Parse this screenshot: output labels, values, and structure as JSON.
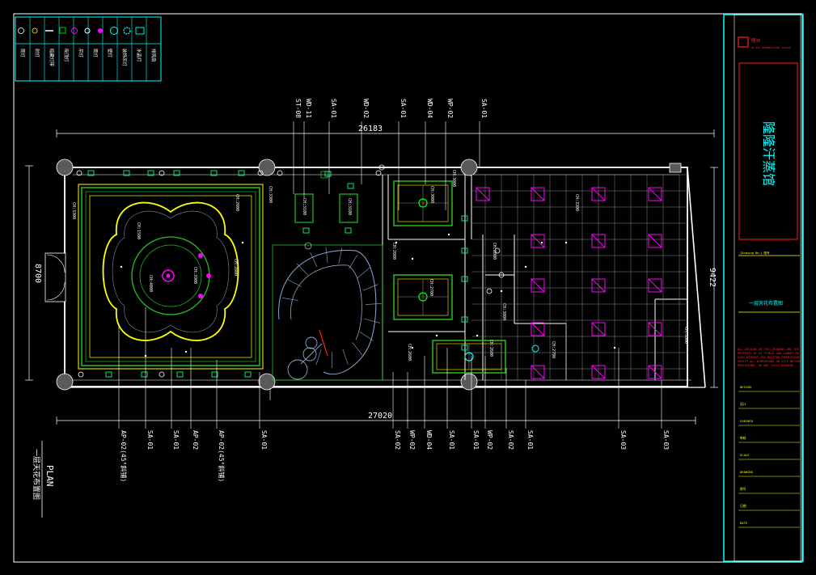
{
  "legend": {
    "labels": [
      "筒灯",
      "射灯",
      "暗藏灯带",
      "吸顶灯",
      "吊灯",
      "筒灯",
      "壁灯",
      "装饰吊灯",
      "水晶灯",
      "排风扇"
    ]
  },
  "dimensions": {
    "top": "26183",
    "bottom": "27020",
    "left": "8700",
    "right": "9422"
  },
  "top_callouts": [
    "ST-08",
    "WD-11",
    "SA-01",
    "WD-02",
    "SA-01",
    "WD-04",
    "WP-02",
    "SA-01"
  ],
  "bottom_callouts": [
    "AP-02(45°斜铺)",
    "SA-01",
    "SA-01",
    "AP-02",
    "AP-02(45°斜铺)",
    "SA-01",
    "SA-02",
    "WP-02",
    "WD-04",
    "SA-01",
    "SA-01",
    "WP-02",
    "SA-02",
    "SA-01",
    "SA-03",
    "SA-03"
  ],
  "ceiling_heights": [
    "CH:3300",
    "CH:2800",
    "CH:1500",
    "CH:3900",
    "CH:4000",
    "CH:2800",
    "CH:3300",
    "CH:3100",
    "CH:3100",
    "CH:3300",
    "CH:3000",
    "CH:3000",
    "CH:2800",
    "CH:2700",
    "CH:2600",
    "CH:2800",
    "CH:3000",
    "CH:2600",
    "CH:3300",
    "CH:2700"
  ],
  "plan_title": {
    "en": "PLAN",
    "cn": "一层天花布置图"
  },
  "title_block": {
    "logo_text": "隆洲",
    "company_line": "DI NUO INTERNATIONAL DESIGN",
    "project_name": "隆隆汗蒸馆",
    "drawing_no_label": "[Drawing No.] 图号",
    "drawing_name": "一层天花布置图",
    "notes": "ALL DESIGNS IN THIS DRAWING ARE THE PROPERTY OF DI STUDIO AND CANNOT BE USED WITHOUT THE WRITTEN PERMISSION. VERIFY ALL DIMENSIONS ON SITE BEFORE PROCEEDING. DO NOT SCALE DRAWING.",
    "fields": [
      "DESIGN",
      "设计",
      "CHECKED",
      "审核",
      "SCALE",
      "DRAWING",
      "图号",
      "日期",
      "DATE"
    ]
  },
  "colors": {
    "background": "#000000",
    "cyan": "#00ffff",
    "green": "#22c022",
    "magenta": "#ff00ff",
    "red": "#ff2020",
    "yellow": "#ffff00",
    "white": "#ffffff",
    "grey": "#8a8a8a"
  }
}
